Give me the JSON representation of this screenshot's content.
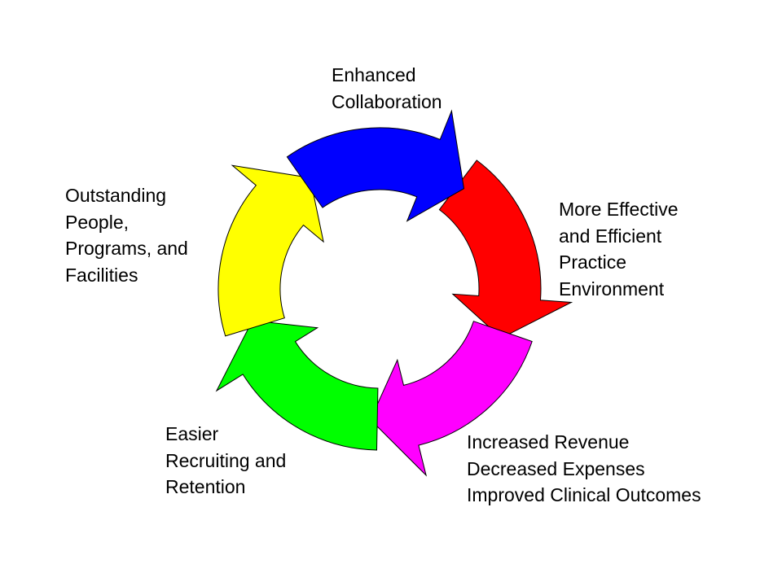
{
  "diagram": {
    "type": "cycle",
    "steps": [
      {
        "id": "collaboration",
        "color": "#0000ff",
        "lines": [
          "Enhanced",
          "Collaboration"
        ]
      },
      {
        "id": "practice",
        "color": "#ff0000",
        "lines": [
          "More Effective",
          "and Efficient",
          "Practice",
          "Environment"
        ]
      },
      {
        "id": "revenue",
        "color": "#ff00ff",
        "lines": [
          "Increased Revenue",
          "Decreased Expenses",
          "Improved Clinical Outcomes"
        ]
      },
      {
        "id": "recruiting",
        "color": "#00ff00",
        "lines": [
          "Easier",
          "Recruiting and",
          "Retention"
        ]
      },
      {
        "id": "people",
        "color": "#ffff00",
        "lines": [
          "Outstanding",
          "People,",
          "Programs, and",
          "Facilities"
        ]
      }
    ],
    "direction": "clockwise"
  }
}
